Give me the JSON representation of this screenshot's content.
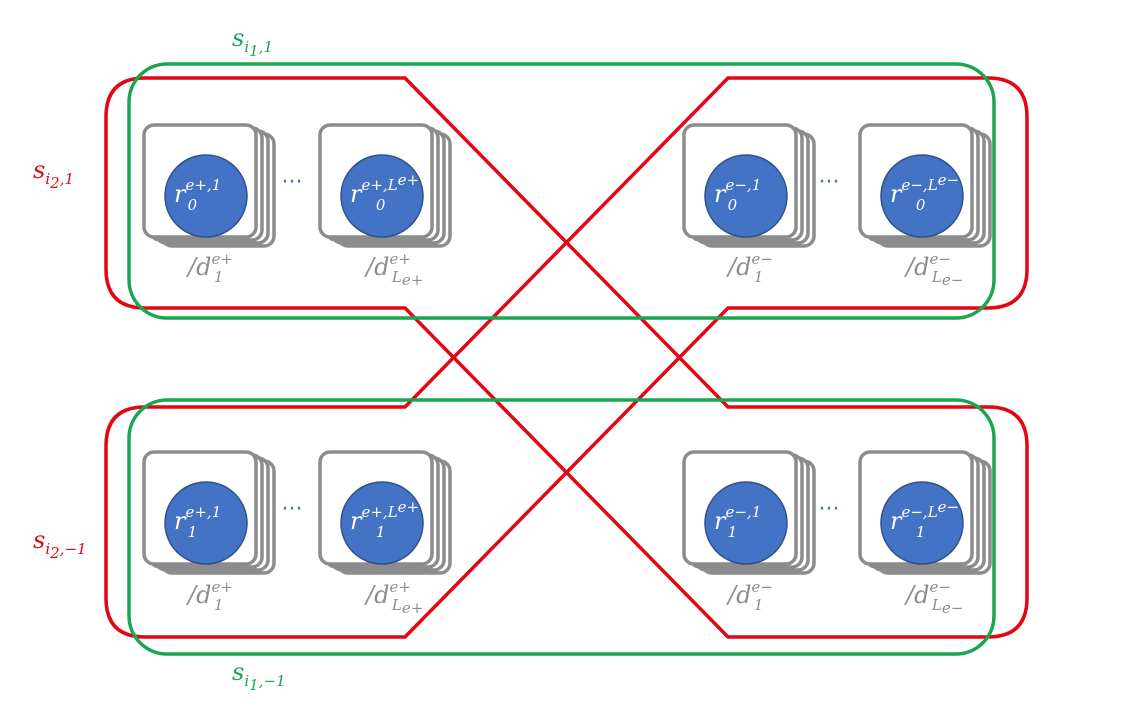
{
  "colors": {
    "green": "#1aa650",
    "red": "#e30613",
    "gray": "#8c8c8c",
    "node_fill": "#4472c4",
    "node_stroke": "#2f528f",
    "dots": "#4472c4"
  },
  "set_labels": {
    "green_top": {
      "base": "s",
      "sub1": "i",
      "sub2": "1",
      "sub3": ",1"
    },
    "green_bottom": {
      "base": "s",
      "sub1": "i",
      "sub2": "1",
      "sub3": ",−1"
    },
    "red_top": {
      "base": "s",
      "sub1": "i",
      "sub2": "2",
      "sub3": ",1"
    },
    "red_bottom": {
      "base": "s",
      "sub1": "i",
      "sub2": "2",
      "sub3": ",−1"
    }
  },
  "rows": [
    {
      "nodes": [
        {
          "r_base": "r",
          "r_sub": "0",
          "r_sup": "e+,1",
          "d_base": "/d",
          "d_sub": "1",
          "d_sup": "e+"
        },
        {
          "r_base": "r",
          "r_sub": "0",
          "r_sup": "e+,L",
          "r_sup2": "e+",
          "d_base": "/d",
          "d_sub": "L",
          "d_sub2": "e+",
          "d_sup": "e+"
        },
        {
          "r_base": "r",
          "r_sub": "0",
          "r_sup": "e−,1",
          "d_base": "/d",
          "d_sub": "1",
          "d_sup": "e−"
        },
        {
          "r_base": "r",
          "r_sub": "0",
          "r_sup": "e−,L",
          "r_sup2": "e−",
          "d_base": "/d",
          "d_sub": "L",
          "d_sub2": "e−",
          "d_sup": "e−"
        }
      ]
    },
    {
      "nodes": [
        {
          "r_base": "r",
          "r_sub": "1",
          "r_sup": "e+,1",
          "d_base": "/d",
          "d_sub": "1",
          "d_sup": "e+"
        },
        {
          "r_base": "r",
          "r_sub": "1",
          "r_sup": "e+,L",
          "r_sup2": "e+",
          "d_base": "/d",
          "d_sub": "L",
          "d_sub2": "e+",
          "d_sup": "e+"
        },
        {
          "r_base": "r",
          "r_sub": "1",
          "r_sup": "e−,1",
          "d_base": "/d",
          "d_sub": "1",
          "d_sup": "e−"
        },
        {
          "r_base": "r",
          "r_sub": "1",
          "r_sup": "e−,L",
          "r_sup2": "e−",
          "d_base": "/d",
          "d_sub": "L",
          "d_sub2": "e−",
          "d_sup": "e−"
        }
      ]
    }
  ],
  "ellipsis": "···"
}
